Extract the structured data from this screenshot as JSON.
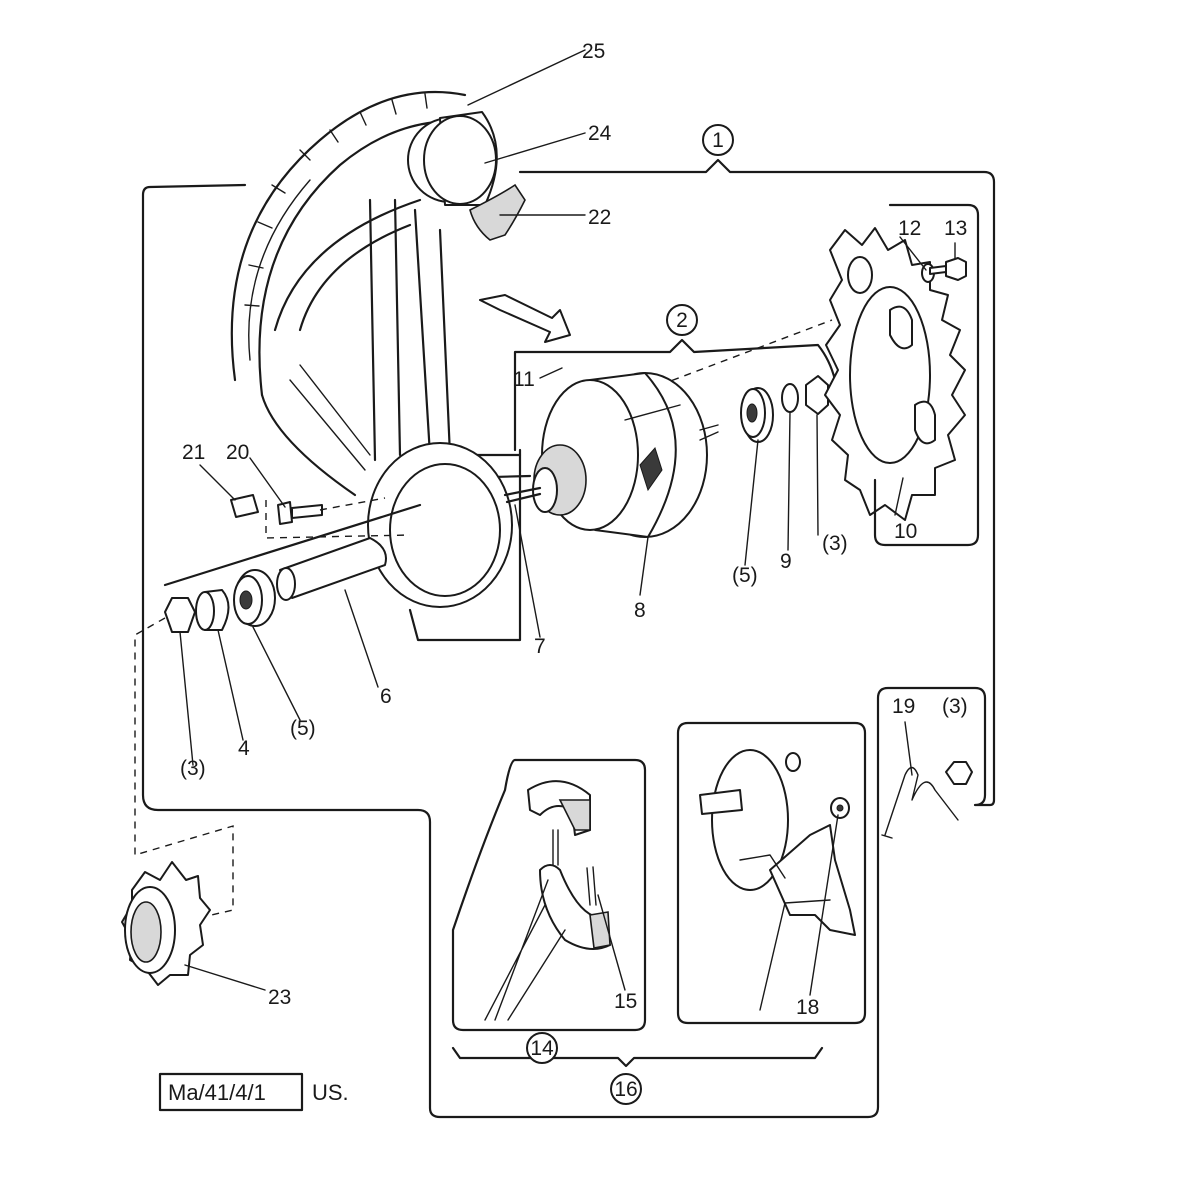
{
  "callouts": {
    "c1": "1",
    "c2": "2",
    "c3a": "(3)",
    "c3b": "(3)",
    "c3c": "(3)",
    "c4": "4",
    "c5a": "(5)",
    "c5b": "(5)",
    "c6": "6",
    "c7": "7",
    "c8": "8",
    "c9": "9",
    "c10": "10",
    "c11": "11",
    "c12": "12",
    "c13": "13",
    "c14": "14",
    "c15": "15",
    "c16": "16",
    "c18": "18",
    "c19": "19",
    "c20": "20",
    "c21": "21",
    "c22": "22",
    "c23": "23",
    "c24": "24",
    "c25": "25"
  },
  "reference": {
    "code": "Ma/41/4/1",
    "suffix": "US."
  }
}
